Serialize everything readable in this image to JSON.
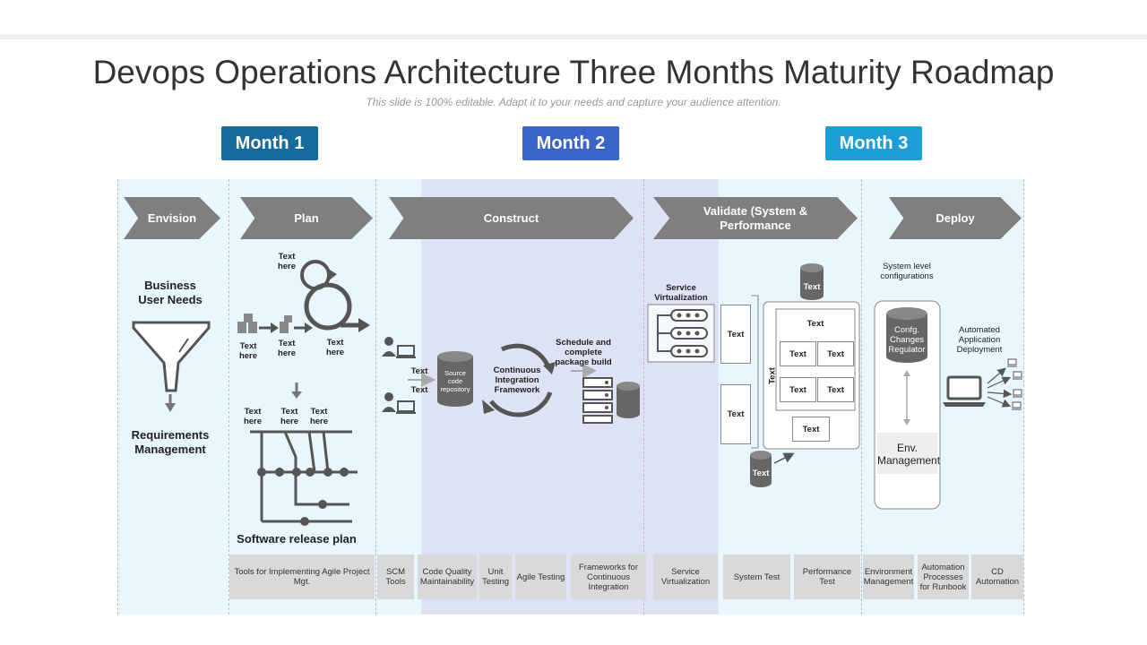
{
  "title": "Devops Operations Architecture Three Months Maturity Roadmap",
  "subtitle": "This slide is 100% editable. Adapt it to your needs and capture your audience attention.",
  "months": [
    "Month 1",
    "Month 2",
    "Month 3"
  ],
  "colors": {
    "month1": "#156b9b",
    "month2": "#3a64c8",
    "month3": "#1d9fd6",
    "arrow": "#7f7f7f",
    "band_light": "#e8f6fd",
    "band_mid": "#dde3f5",
    "bottom_box": "#d9d9d9"
  },
  "stages": [
    "Envision",
    "Plan",
    "Construct",
    "Validate (System & Performance",
    "Deploy"
  ],
  "envision": {
    "business": "Business User Needs",
    "requirements": "Requirements Management"
  },
  "plan": {
    "text_top": "Text here",
    "text_a": "Text here",
    "text_b": "Text here",
    "text_c": "Text here",
    "text_d": "Text here",
    "text_e": "Text here",
    "text_f": "Text here",
    "release": "Software release plan"
  },
  "construct": {
    "text1": "Text",
    "text2": "Text",
    "repo": "Source code repository",
    "ci": "Continuous Integration Framework",
    "schedule": "Schedule and complete package build"
  },
  "validate": {
    "service_virtualization": "Service Virtualization",
    "left_text1": "Text",
    "left_text2": "Text",
    "db_top": "Text",
    "panel_top": "Text",
    "vertical": "Text",
    "grid": [
      "Text",
      "Text",
      "Text",
      "Text"
    ],
    "panel_bottom": "Text",
    "db_bottom": "Text"
  },
  "deploy": {
    "system_level": "System level configurations",
    "config": "Confg. Changes Regulator",
    "env": "Env. Management",
    "automated": "Automated Application Deployment"
  },
  "bottom": [
    "Tools for Implementing Agile Project Mgt.",
    "SCM Tools",
    "Code Quality Maintainability",
    "Unit Testing",
    "Agile Testing",
    "Frameworks for Continuous Integration",
    "Service Virtualization",
    "System Test",
    "Performance Test",
    "Environment Management",
    "Automation Processes for Runbook",
    "CD Automation"
  ]
}
